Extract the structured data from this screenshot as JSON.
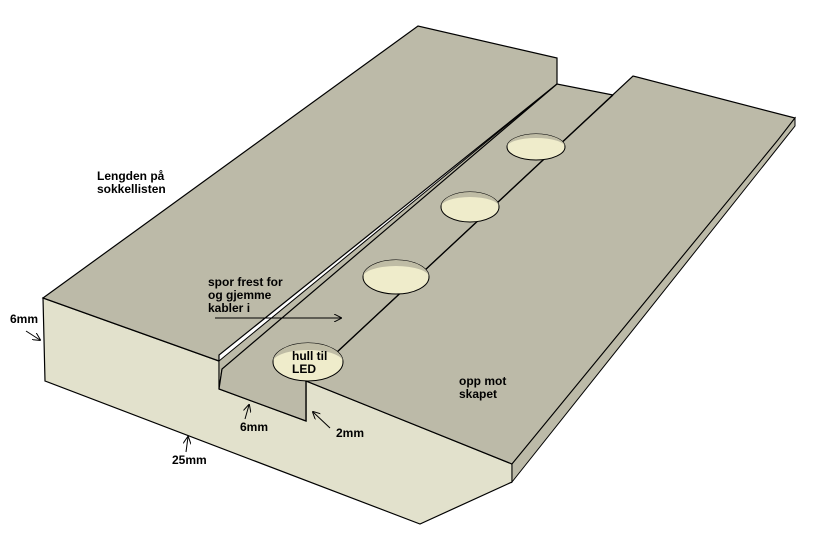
{
  "colors": {
    "top_face": "#bcbaa8",
    "side_face": "#e2e1cc",
    "hole_fill": "#efeccb",
    "hole_shade": "#bfbca5",
    "edge": "#000000"
  },
  "labels": {
    "length": [
      "Lengden på",
      "sokkellisten"
    ],
    "groove": [
      "spor frest for",
      "og gjemme",
      "kabler i"
    ],
    "hole": [
      "hull til",
      "LED"
    ],
    "against": [
      "opp mot",
      "skapet"
    ],
    "dim_side_height": "6mm",
    "dim_groove_depth": "6mm",
    "dim_offset": "2mm",
    "dim_width": "25mm"
  }
}
